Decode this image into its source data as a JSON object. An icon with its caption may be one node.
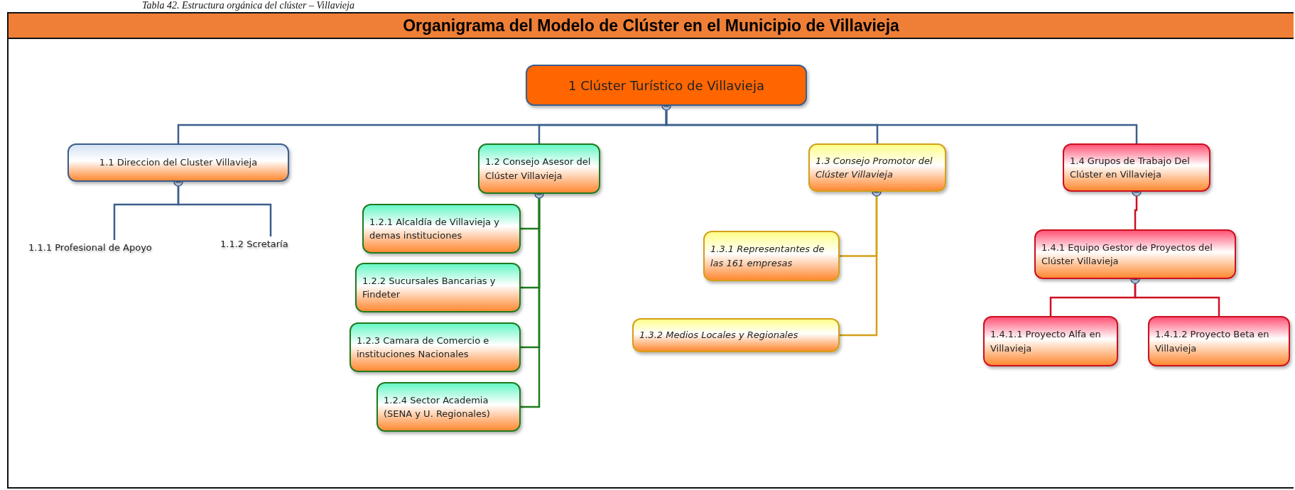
{
  "diagram": {
    "title": "Organigrama del Modelo de Clúster en el Municipio de Villavieja",
    "caption": "Tabla 42. Estructura orgánica del clúster – Villavieja",
    "nodes": [
      {
        "text": [
          "1 Clúster Turístico de Villavieja"
        ]
      },
      {
        "text": [
          "1.1 Direccion del Cluster Villavieja"
        ]
      },
      {
        "text": [
          "1.1.1 Profesional de Apoyo"
        ]
      },
      {
        "text": [
          "1.1.2 Scretaría"
        ]
      },
      {
        "text": [
          "1.2 Consejo Asesor del Clúster Villavieja"
        ]
      },
      {
        "text": [
          "1.2.1 Alcaldía de Villavieja y demas instituciones"
        ]
      },
      {
        "text": [
          "1.2.2 Sucursales Bancarias y Findeter"
        ]
      },
      {
        "text": [
          "1.2.3 Camara de Comercio e instituciones Nacionales"
        ]
      },
      {
        "text": [
          "1.2.4 Sector Academia (SENA y U. Regionales)"
        ]
      },
      {
        "text": [
          "1.3 Consejo Promotor del Clúster Villavieja"
        ]
      },
      {
        "text": [
          "1.3.1 Representantes de las 161 empresas"
        ]
      },
      {
        "text": [
          "1.3.2 Medios Locales y Regionales"
        ]
      },
      {
        "text": [
          "1.4 Grupos de Trabajo Del Clúster en Villavieja"
        ]
      },
      {
        "text": [
          "1.4.1 Equipo Gestor de Proyectos del Clúster Villavieja"
        ]
      },
      {
        "text": [
          "1.4.1.1 Proyecto Alfa en Villavieja"
        ]
      },
      {
        "text": [
          "1.4.1.2 Proyecto Beta en Villavieja"
        ]
      }
    ],
    "edges": [
      {
        "from": 0,
        "to": 1,
        "arrow": "none"
      },
      {
        "from": 0,
        "to": 4,
        "arrow": "none"
      },
      {
        "from": 0,
        "to": 9,
        "arrow": "none"
      },
      {
        "from": 0,
        "to": 12,
        "arrow": "none"
      },
      {
        "from": 1,
        "to": 2,
        "arrow": "none"
      },
      {
        "from": 1,
        "to": 3,
        "arrow": "none"
      },
      {
        "from": 4,
        "to": 5,
        "arrow": "none",
        "color": "#1f7a1f"
      },
      {
        "from": 4,
        "to": 6,
        "arrow": "none",
        "color": "#1f7a1f"
      },
      {
        "from": 4,
        "to": 7,
        "arrow": "none",
        "color": "#1f7a1f"
      },
      {
        "from": 4,
        "to": 8,
        "arrow": "none",
        "color": "#1f7a1f"
      },
      {
        "from": 9,
        "to": 10,
        "arrow": "none",
        "color": "#d4a017"
      },
      {
        "from": 9,
        "to": 11,
        "arrow": "none",
        "color": "#d4a017"
      },
      {
        "from": 12,
        "to": 13,
        "arrow": "none",
        "color": "#cc1020"
      },
      {
        "from": 13,
        "to": 14,
        "arrow": "none",
        "color": "#cc1020"
      },
      {
        "from": 13,
        "to": 15,
        "arrow": "none",
        "color": "#cc1020"
      }
    ]
  }
}
